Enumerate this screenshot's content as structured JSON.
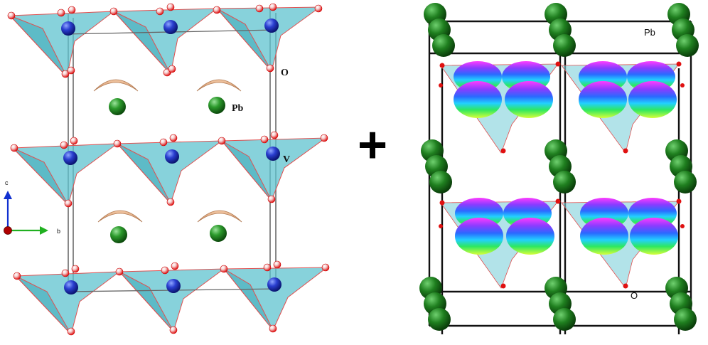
{
  "left_panel": {
    "labels": {
      "oxygen": "O",
      "lead": "Pb",
      "vanadium": "V"
    },
    "axes": {
      "vertical": "c",
      "horizontal": "b"
    }
  },
  "operator": "+",
  "right_panel": {
    "labels": {
      "lead": "Pb",
      "oxygen": "O"
    }
  },
  "colors": {
    "polyhedron_fill": "#5fc3cf",
    "polyhedron_edge": "#e05050",
    "oxygen_atom": "#e01010",
    "vanadium_atom": "#1a2fc0",
    "lead_atom": "#1f8a1f",
    "lone_pair": "#e0a47a",
    "axis_c": "#1030d0",
    "axis_b": "#20b020",
    "origin": "#b00000"
  }
}
